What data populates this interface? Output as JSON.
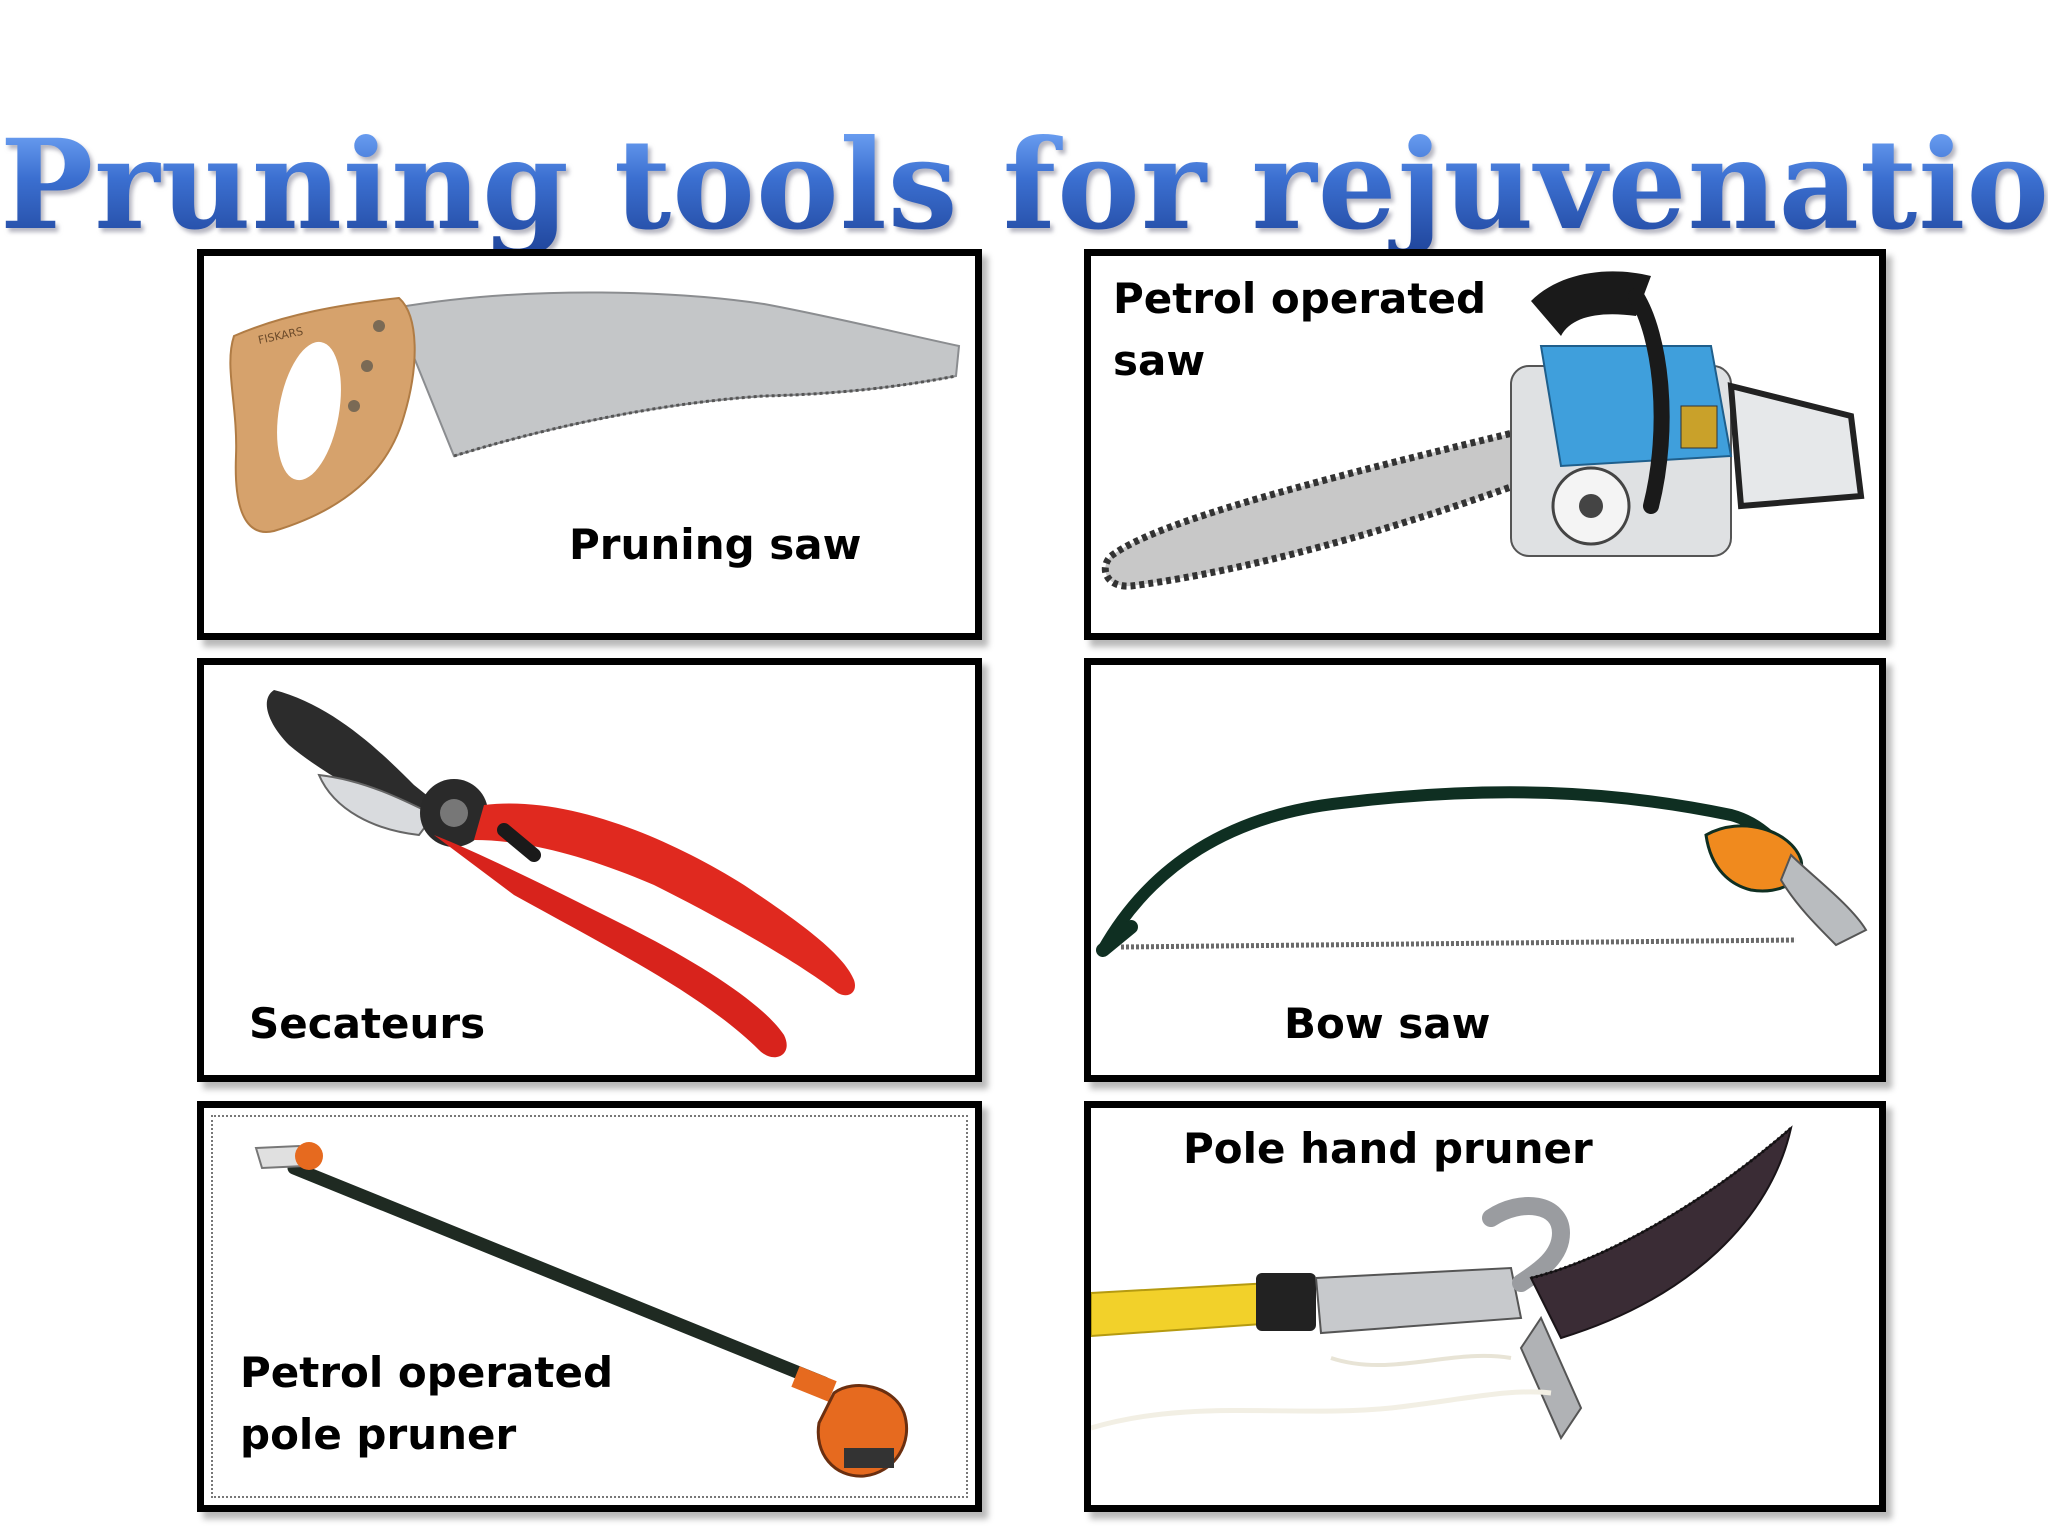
{
  "title": "Pruning tools for rejuvenation",
  "tools": [
    {
      "label": "Pruning saw",
      "icon": "pruning-saw-icon"
    },
    {
      "label": "Petrol operated\nsaw",
      "icon": "chainsaw-icon"
    },
    {
      "label": "Secateurs",
      "icon": "secateurs-icon"
    },
    {
      "label": "Bow saw",
      "icon": "bow-saw-icon"
    },
    {
      "label": "Petrol operated\npole pruner",
      "icon": "pole-pruner-icon"
    },
    {
      "label": "Pole hand pruner",
      "icon": "pole-hand-pruner-icon"
    }
  ],
  "colors": {
    "title_gradient_top": "#7fb2ff",
    "title_gradient_bottom": "#1d4196",
    "border": "#000000",
    "wood": "#d6a26c",
    "chainsaw_body": "#3f9fdc",
    "secateurs_handle": "#d8231c",
    "bow_saw_frame": "#0f2f22",
    "bow_saw_grip": "#f08a1e",
    "pole_pruner_engine": "#e66a1f",
    "pole_yellow": "#f2d12a"
  }
}
